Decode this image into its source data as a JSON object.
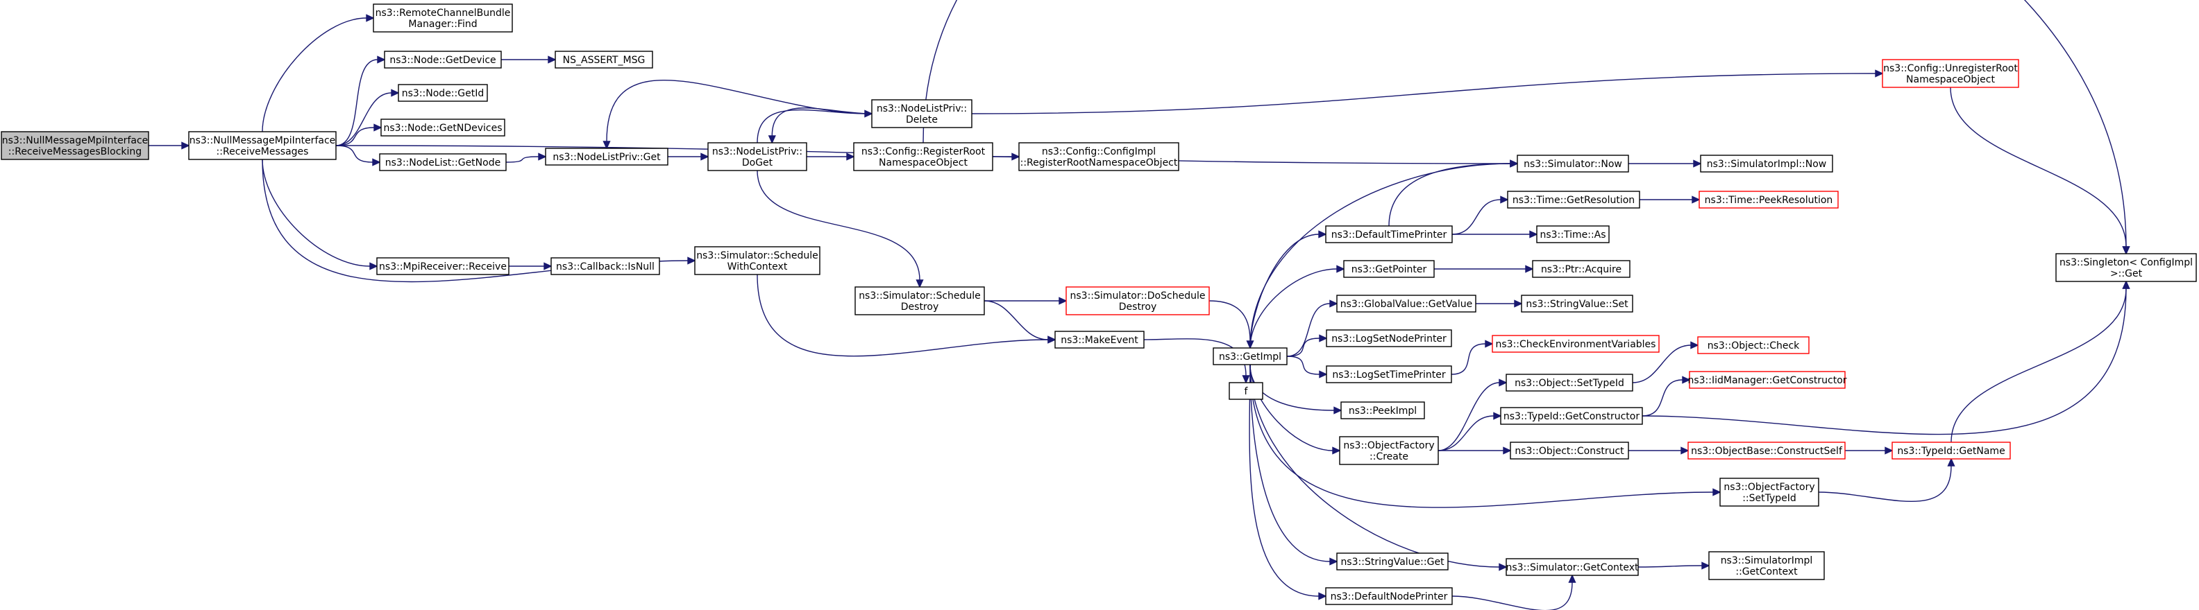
{
  "graph": {
    "colors": {
      "edge": "#191970",
      "node_border": "#000000",
      "truncated_border": "#ff0000",
      "root_fill": "#bfbfbf",
      "node_fill": "#ffffff"
    },
    "nodes": [
      {
        "id": "root",
        "lines": [
          "ns3::NullMessageMpiInterface",
          "::ReceiveMessagesBlocking"
        ],
        "style": "root"
      },
      {
        "id": "receive",
        "lines": [
          "ns3::NullMessageMpiInterface",
          "::ReceiveMessages"
        ],
        "style": "normal"
      },
      {
        "id": "rcbm_find",
        "lines": [
          "ns3::RemoteChannelBundle",
          "Manager::Find"
        ],
        "style": "normal"
      },
      {
        "id": "node_getdevice",
        "lines": [
          "ns3::Node::GetDevice"
        ],
        "style": "normal"
      },
      {
        "id": "ns_assert",
        "lines": [
          "NS_ASSERT_MSG"
        ],
        "style": "normal"
      },
      {
        "id": "node_getid",
        "lines": [
          "ns3::Node::GetId"
        ],
        "style": "normal"
      },
      {
        "id": "node_getndevices",
        "lines": [
          "ns3::Node::GetNDevices"
        ],
        "style": "normal"
      },
      {
        "id": "nodelist_getnode",
        "lines": [
          "ns3::NodeList::GetNode"
        ],
        "style": "normal"
      },
      {
        "id": "nlp_get",
        "lines": [
          "ns3::NodeListPriv::Get"
        ],
        "style": "normal"
      },
      {
        "id": "nlp_doget",
        "lines": [
          "ns3::NodeListPriv::",
          "DoGet"
        ],
        "style": "normal"
      },
      {
        "id": "nlp_delete",
        "lines": [
          "ns3::NodeListPriv::",
          "Delete"
        ],
        "style": "normal"
      },
      {
        "id": "cfg_register",
        "lines": [
          "ns3::Config::RegisterRoot",
          "NamespaceObject"
        ],
        "style": "normal"
      },
      {
        "id": "cfgimpl_register",
        "lines": [
          "ns3::Config::ConfigImpl",
          "::RegisterRootNamespaceObject"
        ],
        "style": "normal"
      },
      {
        "id": "cfg_unregister",
        "lines": [
          "ns3::Config::UnregisterRoot",
          "NamespaceObject"
        ],
        "style": "truncated"
      },
      {
        "id": "mpi_receive",
        "lines": [
          "ns3::MpiReceiver::Receive"
        ],
        "style": "normal"
      },
      {
        "id": "callback_isnull",
        "lines": [
          "ns3::Callback::IsNull"
        ],
        "style": "normal"
      },
      {
        "id": "sim_schedulewithctx",
        "lines": [
          "ns3::Simulator::Schedule",
          "WithContext"
        ],
        "style": "normal"
      },
      {
        "id": "sim_scheduledestroy",
        "lines": [
          "ns3::Simulator::Schedule",
          "Destroy"
        ],
        "style": "normal"
      },
      {
        "id": "sim_doscheduledestroy",
        "lines": [
          "ns3::Simulator::DoSchedule",
          "Destroy"
        ],
        "style": "truncated"
      },
      {
        "id": "makeevent",
        "lines": [
          "ns3::MakeEvent"
        ],
        "style": "normal"
      },
      {
        "id": "f",
        "lines": [
          "f"
        ],
        "style": "normal"
      },
      {
        "id": "getimpl",
        "lines": [
          "ns3::GetImpl"
        ],
        "style": "normal"
      },
      {
        "id": "sim_now",
        "lines": [
          "ns3::Simulator::Now"
        ],
        "style": "normal"
      },
      {
        "id": "simimpl_now",
        "lines": [
          "ns3::SimulatorImpl::Now"
        ],
        "style": "normal"
      },
      {
        "id": "defaulttimeprinter",
        "lines": [
          "ns3::DefaultTimePrinter"
        ],
        "style": "normal"
      },
      {
        "id": "time_getresolution",
        "lines": [
          "ns3::Time::GetResolution"
        ],
        "style": "normal"
      },
      {
        "id": "time_peekresolution",
        "lines": [
          "ns3::Time::PeekResolution"
        ],
        "style": "truncated"
      },
      {
        "id": "time_as",
        "lines": [
          "ns3::Time::As"
        ],
        "style": "normal"
      },
      {
        "id": "getpointer",
        "lines": [
          "ns3::GetPointer"
        ],
        "style": "normal"
      },
      {
        "id": "ptr_acquire",
        "lines": [
          "ns3::Ptr::Acquire"
        ],
        "style": "normal"
      },
      {
        "id": "globalvalue_getvalue",
        "lines": [
          "ns3::GlobalValue::GetValue"
        ],
        "style": "normal"
      },
      {
        "id": "stringvalue_set",
        "lines": [
          "ns3::StringValue::Set"
        ],
        "style": "normal"
      },
      {
        "id": "logsetnodeprinter",
        "lines": [
          "ns3::LogSetNodePrinter"
        ],
        "style": "normal"
      },
      {
        "id": "checkenv",
        "lines": [
          "ns3::CheckEnvironmentVariables"
        ],
        "style": "truncated"
      },
      {
        "id": "logsettimeprinter",
        "lines": [
          "ns3::LogSetTimePrinter"
        ],
        "style": "normal"
      },
      {
        "id": "object_check",
        "lines": [
          "ns3::Object::Check"
        ],
        "style": "truncated"
      },
      {
        "id": "peekimpl",
        "lines": [
          "ns3::PeekImpl"
        ],
        "style": "normal"
      },
      {
        "id": "object_settypeid",
        "lines": [
          "ns3::Object::SetTypeId"
        ],
        "style": "normal"
      },
      {
        "id": "iidmanager_getctor",
        "lines": [
          "ns3::IidManager::GetConstructor"
        ],
        "style": "truncated"
      },
      {
        "id": "typeid_getctor",
        "lines": [
          "ns3::TypeId::GetConstructor"
        ],
        "style": "normal"
      },
      {
        "id": "objectfactory_create",
        "lines": [
          "ns3::ObjectFactory",
          "::Create"
        ],
        "style": "normal"
      },
      {
        "id": "object_construct",
        "lines": [
          "ns3::Object::Construct"
        ],
        "style": "normal"
      },
      {
        "id": "objectbase_constructself",
        "lines": [
          "ns3::ObjectBase::ConstructSelf"
        ],
        "style": "truncated"
      },
      {
        "id": "typeid_getname",
        "lines": [
          "ns3::TypeId::GetName"
        ],
        "style": "truncated"
      },
      {
        "id": "objectfactory_settypeid",
        "lines": [
          "ns3::ObjectFactory",
          "::SetTypeId"
        ],
        "style": "normal"
      },
      {
        "id": "singleton_get",
        "lines": [
          "ns3::Singleton< ConfigImpl",
          " >::Get"
        ],
        "style": "normal"
      },
      {
        "id": "stringvalue_get",
        "lines": [
          "ns3::StringValue::Get"
        ],
        "style": "normal"
      },
      {
        "id": "sim_getcontext",
        "lines": [
          "ns3::Simulator::GetContext"
        ],
        "style": "normal"
      },
      {
        "id": "simimpl_getcontext",
        "lines": [
          "ns3::SimulatorImpl",
          "::GetContext"
        ],
        "style": "normal"
      },
      {
        "id": "defaultnodeprinter",
        "lines": [
          "ns3::DefaultNodePrinter"
        ],
        "style": "normal"
      }
    ],
    "edges": [
      {
        "from": "root",
        "to": "receive"
      },
      {
        "from": "receive",
        "to": "rcbm_find"
      },
      {
        "from": "receive",
        "to": "node_getdevice"
      },
      {
        "from": "receive",
        "to": "node_getid"
      },
      {
        "from": "receive",
        "to": "node_getndevices"
      },
      {
        "from": "receive",
        "to": "nodelist_getnode"
      },
      {
        "from": "receive",
        "to": "sim_now"
      },
      {
        "from": "receive",
        "to": "mpi_receive"
      },
      {
        "from": "receive",
        "to": "sim_schedulewithctx"
      },
      {
        "from": "node_getdevice",
        "to": "ns_assert"
      },
      {
        "from": "nodelist_getnode",
        "to": "nlp_get"
      },
      {
        "from": "nlp_get",
        "to": "nlp_doget"
      },
      {
        "from": "nlp_doget",
        "to": "nlp_delete"
      },
      {
        "from": "nlp_doget",
        "to": "cfg_register"
      },
      {
        "from": "nlp_doget",
        "to": "sim_scheduledestroy"
      },
      {
        "from": "nlp_delete",
        "to": "nlp_get"
      },
      {
        "from": "nlp_delete",
        "to": "nlp_doget"
      },
      {
        "from": "nlp_delete",
        "to": "cfg_unregister"
      },
      {
        "from": "cfg_register",
        "to": "cfgimpl_register"
      },
      {
        "from": "cfg_register",
        "to": "singleton_get"
      },
      {
        "from": "cfg_unregister",
        "to": "singleton_get"
      },
      {
        "from": "mpi_receive",
        "to": "callback_isnull"
      },
      {
        "from": "sim_schedulewithctx",
        "to": "makeevent"
      },
      {
        "from": "sim_scheduledestroy",
        "to": "sim_doscheduledestroy"
      },
      {
        "from": "sim_scheduledestroy",
        "to": "makeevent"
      },
      {
        "from": "sim_doscheduledestroy",
        "to": "getimpl"
      },
      {
        "from": "makeevent",
        "to": "f"
      },
      {
        "from": "getimpl",
        "to": "sim_now"
      },
      {
        "from": "getimpl",
        "to": "defaulttimeprinter"
      },
      {
        "from": "getimpl",
        "to": "getpointer"
      },
      {
        "from": "getimpl",
        "to": "globalvalue_getvalue"
      },
      {
        "from": "getimpl",
        "to": "logsetnodeprinter"
      },
      {
        "from": "getimpl",
        "to": "logsettimeprinter"
      },
      {
        "from": "getimpl",
        "to": "peekimpl"
      },
      {
        "from": "getimpl",
        "to": "objectfactory_create"
      },
      {
        "from": "getimpl",
        "to": "objectfactory_settypeid"
      },
      {
        "from": "getimpl",
        "to": "stringvalue_get"
      },
      {
        "from": "getimpl",
        "to": "sim_getcontext"
      },
      {
        "from": "getimpl",
        "to": "defaultnodeprinter"
      },
      {
        "from": "sim_now",
        "to": "simimpl_now"
      },
      {
        "from": "defaulttimeprinter",
        "to": "sim_now"
      },
      {
        "from": "defaulttimeprinter",
        "to": "time_getresolution"
      },
      {
        "from": "defaulttimeprinter",
        "to": "time_as"
      },
      {
        "from": "time_getresolution",
        "to": "time_peekresolution"
      },
      {
        "from": "getpointer",
        "to": "ptr_acquire"
      },
      {
        "from": "globalvalue_getvalue",
        "to": "stringvalue_set"
      },
      {
        "from": "logsettimeprinter",
        "to": "checkenv"
      },
      {
        "from": "objectfactory_create",
        "to": "object_settypeid"
      },
      {
        "from": "objectfactory_create",
        "to": "typeid_getctor"
      },
      {
        "from": "objectfactory_create",
        "to": "object_construct"
      },
      {
        "from": "object_settypeid",
        "to": "object_check"
      },
      {
        "from": "typeid_getctor",
        "to": "iidmanager_getctor"
      },
      {
        "from": "typeid_getctor",
        "to": "singleton_get"
      },
      {
        "from": "object_construct",
        "to": "objectbase_constructself"
      },
      {
        "from": "objectbase_constructself",
        "to": "typeid_getname"
      },
      {
        "from": "objectfactory_settypeid",
        "to": "typeid_getname"
      },
      {
        "from": "typeid_getname",
        "to": "singleton_get"
      },
      {
        "from": "sim_getcontext",
        "to": "simimpl_getcontext"
      },
      {
        "from": "defaultnodeprinter",
        "to": "sim_getcontext"
      }
    ]
  }
}
